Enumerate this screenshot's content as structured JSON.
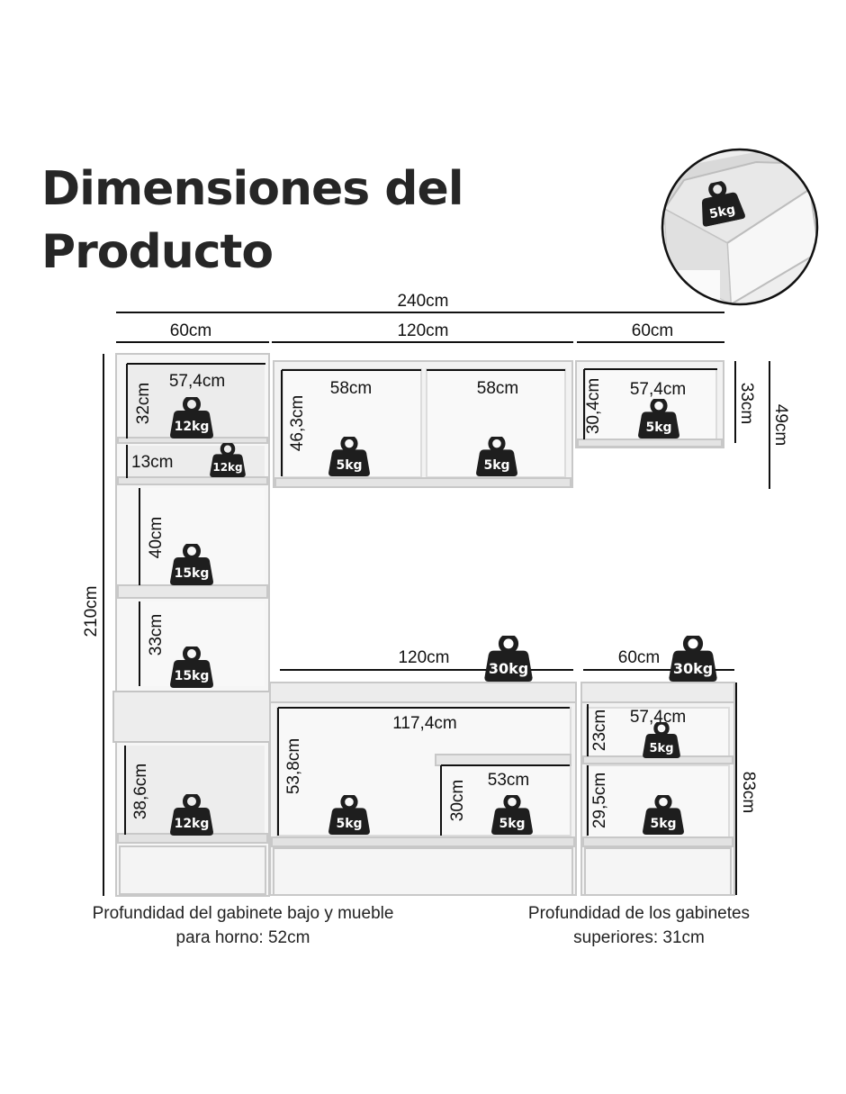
{
  "title": {
    "line1": "Dimensiones del",
    "line2": "Producto"
  },
  "widths": {
    "total": "240cm",
    "tall_unit": "60cm",
    "upper_middle": "120cm",
    "upper_right": "60cm"
  },
  "heights": {
    "total": "210cm",
    "upper_right_outer": "49cm",
    "upper_right_inner": "33cm",
    "base_right": "83cm"
  },
  "tall_unit": {
    "shelf1_width": "57,4cm",
    "shelf1_height": "32cm",
    "shelf1_load": "12kg",
    "shelf2_height": "13cm",
    "shelf2_load": "12kg",
    "shelf3_height": "40cm",
    "shelf3_load": "15kg",
    "shelf4_height": "33cm",
    "shelf4_load": "15kg",
    "bottom_height": "38,6cm",
    "bottom_load": "12kg"
  },
  "upper_middle": {
    "height": "46,3cm",
    "left_width": "58cm",
    "right_width": "58cm",
    "left_load": "5kg",
    "right_load": "5kg"
  },
  "upper_right": {
    "width": "57,4cm",
    "height": "30,4cm",
    "load": "5kg"
  },
  "countertop": {
    "middle_width": "120cm",
    "middle_load": "30kg",
    "right_width": "60cm",
    "right_load": "30kg"
  },
  "base_middle": {
    "width": "117,4cm",
    "height": "53,8cm",
    "load": "5kg",
    "inner_width": "53cm",
    "inner_height": "30cm",
    "inner_load": "5kg"
  },
  "base_right": {
    "width": "57,4cm",
    "top_height": "23cm",
    "top_load": "5kg",
    "bottom_height": "29,5cm",
    "bottom_load": "5kg"
  },
  "inset": {
    "load": "5kg"
  },
  "notes": {
    "left": "Profundidad del gabinete bajo y mueble para horno: 52cm",
    "right": "Profundidad de los gabinetes superiores: 31cm"
  },
  "colors": {
    "cabinet_fill": "#f1f1f1",
    "cabinet_stroke": "#c8c8c8",
    "dim_line": "#111111",
    "weight_icon": "#1e1e1e",
    "title": "#262626"
  }
}
